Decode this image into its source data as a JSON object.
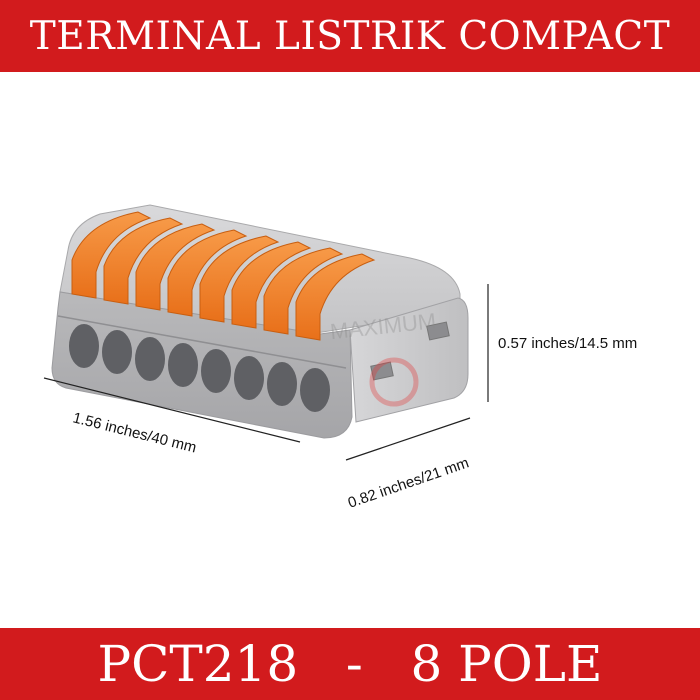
{
  "header": {
    "title": "TERMINAL LISTRIK COMPACT"
  },
  "footer": {
    "title": "PCT218   -   8 POLE"
  },
  "dimensions": {
    "length": "1.56 inches/40 mm",
    "width": "0.82 inches/21 mm",
    "height": "0.57 inches/14.5 mm"
  },
  "watermark": {
    "text": "MAXIMUM"
  },
  "product": {
    "poles": 8,
    "body_color": "#c9c9cb",
    "lever_color": "#f47b20",
    "banner_color": "#d21b1d"
  }
}
